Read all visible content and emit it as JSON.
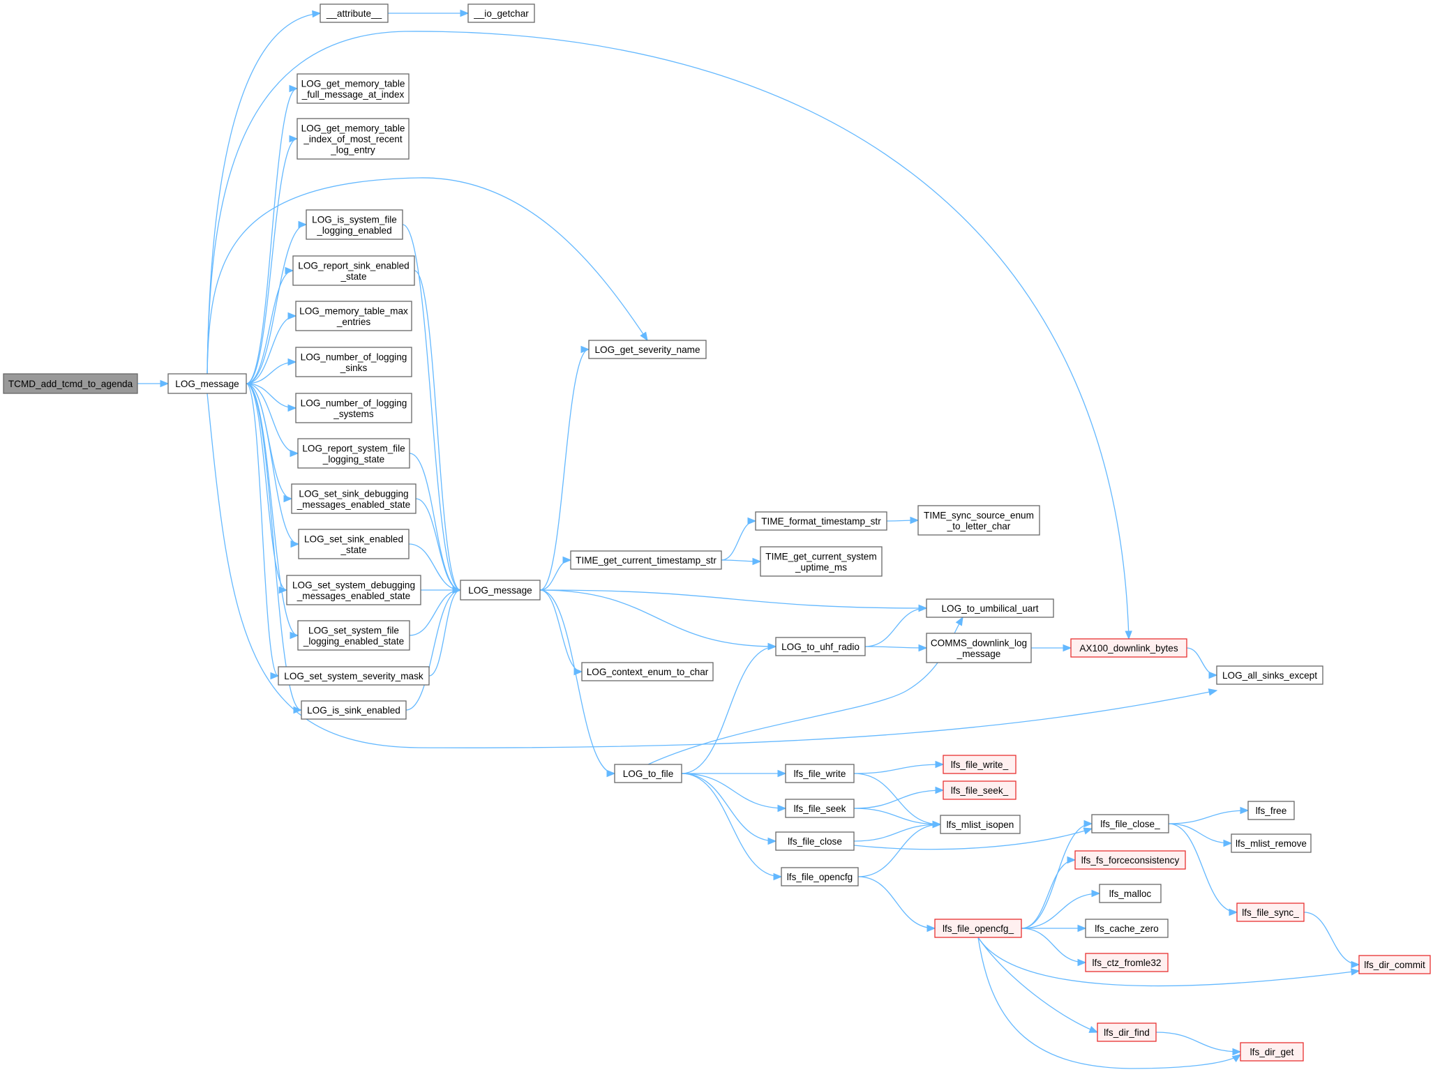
{
  "graph": {
    "edge_color": "#63b8ff",
    "node_fill": "#ffffff",
    "root_fill": "#999999",
    "truncated_stroke": "#e83030",
    "nodes": [
      {
        "id": "tcmd",
        "lines": [
          "TCMD_add_tcmd_to_agenda"
        ],
        "kind": "root"
      },
      {
        "id": "logmsg1",
        "lines": [
          "LOG_message"
        ],
        "kind": "normal"
      },
      {
        "id": "attr",
        "lines": [
          "__attribute__"
        ],
        "kind": "normal"
      },
      {
        "id": "iogetchar",
        "lines": [
          "__io_getchar"
        ],
        "kind": "normal"
      },
      {
        "id": "getfull",
        "lines": [
          "LOG_get_memory_table",
          "_full_message_at_index"
        ],
        "kind": "normal"
      },
      {
        "id": "getidx",
        "lines": [
          "LOG_get_memory_table",
          "_index_of_most_recent",
          "_log_entry"
        ],
        "kind": "normal"
      },
      {
        "id": "issysfile",
        "lines": [
          "LOG_is_system_file",
          "_logging_enabled"
        ],
        "kind": "normal"
      },
      {
        "id": "reportsink",
        "lines": [
          "LOG_report_sink_enabled",
          "_state"
        ],
        "kind": "normal"
      },
      {
        "id": "memmax",
        "lines": [
          "LOG_memory_table_max",
          "_entries"
        ],
        "kind": "normal"
      },
      {
        "id": "numsinks",
        "lines": [
          "LOG_number_of_logging",
          "_sinks"
        ],
        "kind": "normal"
      },
      {
        "id": "numsys",
        "lines": [
          "LOG_number_of_logging",
          "_systems"
        ],
        "kind": "normal"
      },
      {
        "id": "reportsysfile",
        "lines": [
          "LOG_report_system_file",
          "_logging_state"
        ],
        "kind": "normal"
      },
      {
        "id": "setsinkdbg",
        "lines": [
          "LOG_set_sink_debugging",
          "_messages_enabled_state"
        ],
        "kind": "normal"
      },
      {
        "id": "setsinken",
        "lines": [
          "LOG_set_sink_enabled",
          "_state"
        ],
        "kind": "normal"
      },
      {
        "id": "setsysdbg",
        "lines": [
          "LOG_set_system_debugging",
          "_messages_enabled_state"
        ],
        "kind": "normal"
      },
      {
        "id": "setsysfile",
        "lines": [
          "LOG_set_system_file",
          "_logging_enabled_state"
        ],
        "kind": "normal"
      },
      {
        "id": "setsevmask",
        "lines": [
          "LOG_set_system_severity_mask"
        ],
        "kind": "normal"
      },
      {
        "id": "issinken",
        "lines": [
          "LOG_is_sink_enabled"
        ],
        "kind": "normal"
      },
      {
        "id": "sevname",
        "lines": [
          "LOG_get_severity_name"
        ],
        "kind": "normal"
      },
      {
        "id": "logmsg2",
        "lines": [
          "LOG_message"
        ],
        "kind": "normal"
      },
      {
        "id": "tgetstamp",
        "lines": [
          "TIME_get_current_timestamp_str"
        ],
        "kind": "normal"
      },
      {
        "id": "tfmt",
        "lines": [
          "TIME_format_timestamp_str"
        ],
        "kind": "normal"
      },
      {
        "id": "tsync",
        "lines": [
          "TIME_sync_source_enum",
          "_to_letter_char"
        ],
        "kind": "normal"
      },
      {
        "id": "tuptime",
        "lines": [
          "TIME_get_current_system",
          "_uptime_ms"
        ],
        "kind": "normal"
      },
      {
        "id": "umbuart",
        "lines": [
          "LOG_to_umbilical_uart"
        ],
        "kind": "normal"
      },
      {
        "id": "uhf",
        "lines": [
          "LOG_to_uhf_radio"
        ],
        "kind": "normal"
      },
      {
        "id": "commsdl",
        "lines": [
          "COMMS_downlink_log",
          "_message"
        ],
        "kind": "normal"
      },
      {
        "id": "ax100",
        "lines": [
          "AX100_downlink_bytes"
        ],
        "kind": "truncated"
      },
      {
        "id": "allsinks",
        "lines": [
          "LOG_all_sinks_except"
        ],
        "kind": "normal"
      },
      {
        "id": "ctxenum",
        "lines": [
          "LOG_context_enum_to_char"
        ],
        "kind": "normal"
      },
      {
        "id": "tofile",
        "lines": [
          "LOG_to_file"
        ],
        "kind": "normal"
      },
      {
        "id": "fwrite",
        "lines": [
          "lfs_file_write"
        ],
        "kind": "normal"
      },
      {
        "id": "fwrite_",
        "lines": [
          "lfs_file_write_"
        ],
        "kind": "truncated"
      },
      {
        "id": "fseek",
        "lines": [
          "lfs_file_seek"
        ],
        "kind": "normal"
      },
      {
        "id": "fseek_",
        "lines": [
          "lfs_file_seek_"
        ],
        "kind": "truncated"
      },
      {
        "id": "isopen",
        "lines": [
          "lfs_mlist_isopen"
        ],
        "kind": "normal"
      },
      {
        "id": "fclose",
        "lines": [
          "lfs_file_close"
        ],
        "kind": "normal"
      },
      {
        "id": "fclose_",
        "lines": [
          "lfs_file_close_"
        ],
        "kind": "normal"
      },
      {
        "id": "lfree",
        "lines": [
          "lfs_free"
        ],
        "kind": "normal"
      },
      {
        "id": "mlremove",
        "lines": [
          "lfs_mlist_remove"
        ],
        "kind": "normal"
      },
      {
        "id": "fopencfg",
        "lines": [
          "lfs_file_opencfg"
        ],
        "kind": "normal"
      },
      {
        "id": "fsforce",
        "lines": [
          "lfs_fs_forceconsistency"
        ],
        "kind": "truncated"
      },
      {
        "id": "fopencfg_",
        "lines": [
          "lfs_file_opencfg_"
        ],
        "kind": "truncated"
      },
      {
        "id": "malloc",
        "lines": [
          "lfs_malloc"
        ],
        "kind": "normal"
      },
      {
        "id": "fsync_",
        "lines": [
          "lfs_file_sync_"
        ],
        "kind": "truncated"
      },
      {
        "id": "cachezero",
        "lines": [
          "lfs_cache_zero"
        ],
        "kind": "normal"
      },
      {
        "id": "ctzfrom",
        "lines": [
          "lfs_ctz_fromle32"
        ],
        "kind": "truncated"
      },
      {
        "id": "dircommit",
        "lines": [
          "lfs_dir_commit"
        ],
        "kind": "truncated"
      },
      {
        "id": "dirfind",
        "lines": [
          "lfs_dir_find"
        ],
        "kind": "truncated"
      },
      {
        "id": "dirget",
        "lines": [
          "lfs_dir_get"
        ],
        "kind": "truncated"
      }
    ],
    "edges": [
      [
        "tcmd",
        "logmsg1"
      ],
      [
        "logmsg1",
        "attr"
      ],
      [
        "attr",
        "iogetchar"
      ],
      [
        "logmsg1",
        "ax100"
      ],
      [
        "logmsg1",
        "getfull"
      ],
      [
        "logmsg1",
        "getidx"
      ],
      [
        "logmsg1",
        "sevname"
      ],
      [
        "logmsg1",
        "issysfile"
      ],
      [
        "logmsg1",
        "reportsink"
      ],
      [
        "logmsg1",
        "memmax"
      ],
      [
        "logmsg1",
        "numsinks"
      ],
      [
        "logmsg1",
        "numsys"
      ],
      [
        "logmsg1",
        "reportsysfile"
      ],
      [
        "logmsg1",
        "setsinkdbg"
      ],
      [
        "logmsg1",
        "setsinken"
      ],
      [
        "logmsg1",
        "setsysdbg"
      ],
      [
        "logmsg1",
        "setsysfile"
      ],
      [
        "logmsg1",
        "setsevmask"
      ],
      [
        "logmsg1",
        "issinken"
      ],
      [
        "logmsg1",
        "allsinks"
      ],
      [
        "issysfile",
        "logmsg2"
      ],
      [
        "reportsink",
        "logmsg2"
      ],
      [
        "reportsysfile",
        "logmsg2"
      ],
      [
        "setsinkdbg",
        "logmsg2"
      ],
      [
        "setsinken",
        "logmsg2"
      ],
      [
        "setsysdbg",
        "logmsg2"
      ],
      [
        "setsysfile",
        "logmsg2"
      ],
      [
        "setsevmask",
        "logmsg2"
      ],
      [
        "issinken",
        "logmsg2"
      ],
      [
        "logmsg2",
        "sevname"
      ],
      [
        "logmsg2",
        "tgetstamp"
      ],
      [
        "logmsg2",
        "umbuart"
      ],
      [
        "logmsg2",
        "uhf"
      ],
      [
        "logmsg2",
        "ctxenum"
      ],
      [
        "logmsg2",
        "tofile"
      ],
      [
        "tgetstamp",
        "tfmt"
      ],
      [
        "tgetstamp",
        "tuptime"
      ],
      [
        "tfmt",
        "tsync"
      ],
      [
        "uhf",
        "umbuart"
      ],
      [
        "uhf",
        "commsdl"
      ],
      [
        "commsdl",
        "ax100"
      ],
      [
        "ax100",
        "allsinks"
      ],
      [
        "tofile",
        "uhf"
      ],
      [
        "tofile",
        "umbuart"
      ],
      [
        "tofile",
        "fwrite"
      ],
      [
        "tofile",
        "fseek"
      ],
      [
        "tofile",
        "fclose"
      ],
      [
        "tofile",
        "fopencfg"
      ],
      [
        "fwrite",
        "fwrite_"
      ],
      [
        "fwrite",
        "isopen"
      ],
      [
        "fseek",
        "fseek_"
      ],
      [
        "fseek",
        "isopen"
      ],
      [
        "fclose",
        "isopen"
      ],
      [
        "fclose",
        "fclose_"
      ],
      [
        "fopencfg",
        "isopen"
      ],
      [
        "fopencfg",
        "fopencfg_"
      ],
      [
        "fclose_",
        "lfree"
      ],
      [
        "fclose_",
        "mlremove"
      ],
      [
        "fclose_",
        "fsync_"
      ],
      [
        "fsync_",
        "dircommit"
      ],
      [
        "fopencfg_",
        "fclose_"
      ],
      [
        "fopencfg_",
        "fsforce"
      ],
      [
        "fopencfg_",
        "malloc"
      ],
      [
        "fopencfg_",
        "cachezero"
      ],
      [
        "fopencfg_",
        "ctzfrom"
      ],
      [
        "fopencfg_",
        "dircommit"
      ],
      [
        "fopencfg_",
        "dirfind"
      ],
      [
        "fopencfg_",
        "dirget"
      ],
      [
        "dirfind",
        "dirget"
      ]
    ]
  }
}
